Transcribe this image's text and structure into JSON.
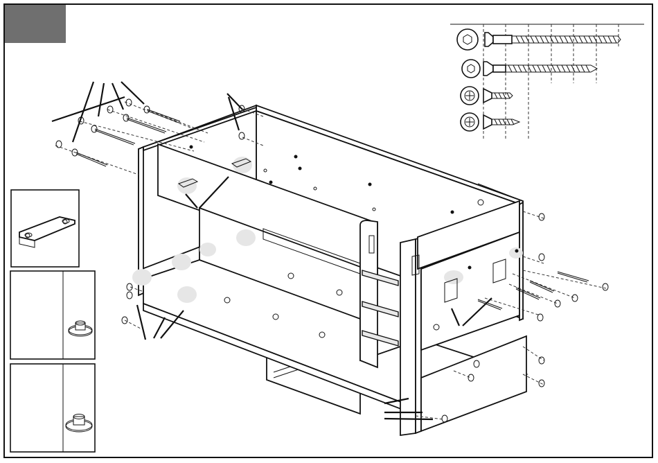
{
  "step_badge": {
    "color": "#6f6f6f",
    "label": ""
  },
  "hardware_legend": {
    "items": [
      {
        "icon": "hex-socket-icon",
        "type": "long-connector-bolt-with-sleeve"
      },
      {
        "icon": "hex-socket-icon",
        "type": "connector-bolt"
      },
      {
        "icon": "phillips-head-icon",
        "type": "short-wood-screw"
      },
      {
        "icon": "phillips-head-icon",
        "type": "short-pointed-wood-screw"
      }
    ]
  },
  "detail_insets": [
    {
      "name": "detail-inset-bracket",
      "content": "corner-bracket"
    },
    {
      "name": "detail-inset-cam-1",
      "content": "cam-lock-dowel"
    },
    {
      "name": "detail-inset-cam-2",
      "content": "cam-lock-dowel-inserted"
    }
  ]
}
